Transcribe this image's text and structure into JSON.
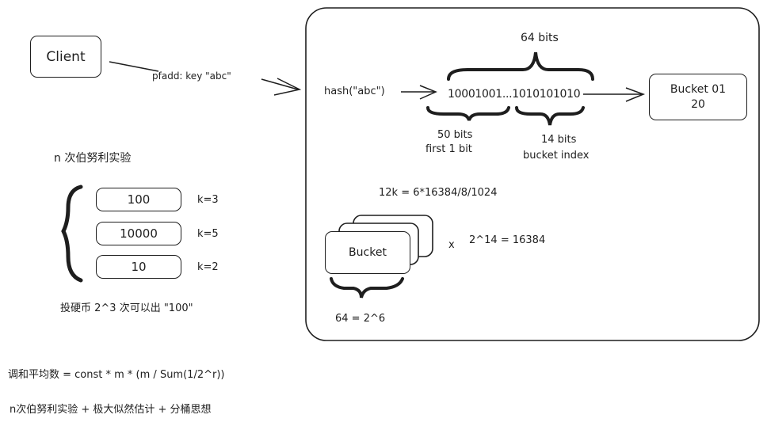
{
  "client": {
    "label": "Client"
  },
  "edge_client": {
    "label": "pfadd: key \"abc\""
  },
  "left_panel": {
    "title": "n 次伯努利实验",
    "trials": [
      {
        "value": "100",
        "k": "k=3"
      },
      {
        "value": "10000",
        "k": "k=5"
      },
      {
        "value": "10",
        "k": "k=2"
      }
    ],
    "caption": "投硬币 2^3 次可以出 \"100\""
  },
  "right_panel": {
    "hash_label": "hash(\"abc\")",
    "bits_top_label": "64 bits",
    "bit_string": "10001001...1010101010",
    "bits_left_label_1": "50 bits",
    "bits_left_label_2": "first 1 bit",
    "bits_right_label_1": "14 bits",
    "bits_right_label_2": "bucket index",
    "bucket_target": {
      "line1": "Bucket 01",
      "line2": "20"
    },
    "memory_formula": "12k = 6*16384/8/1024",
    "bucket_stack_label": "Bucket",
    "multiply_sign": "x",
    "bucket_count": "2^14 = 16384",
    "bucket_width": "64 = 2^6"
  },
  "footer": {
    "formula": "调和平均数 = const * m * (m / Sum(1/2^r))",
    "summary": "n次伯努利实验 + 极大似然估计 + 分桶思想"
  }
}
